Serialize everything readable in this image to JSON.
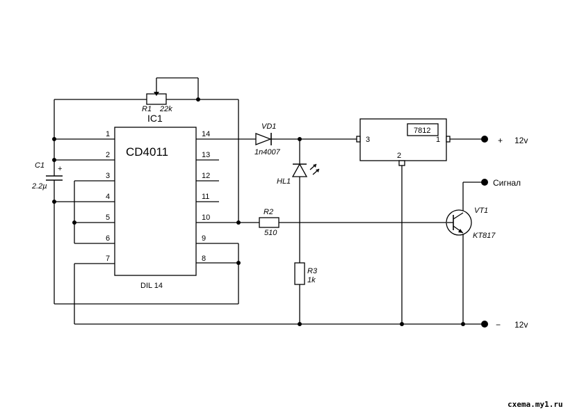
{
  "ic": {
    "name": "IC1",
    "chip": "CD4011",
    "package": "DIL 14",
    "pins_left": [
      "1",
      "2",
      "3",
      "4",
      "5",
      "6",
      "7"
    ],
    "pins_right": [
      "14",
      "13",
      "12",
      "11",
      "10",
      "9",
      "8"
    ]
  },
  "r1": {
    "name": "R1",
    "value": "22k"
  },
  "c1": {
    "name": "C1",
    "value": "2.2µ",
    "polarity": "+"
  },
  "vd1": {
    "name": "VD1",
    "value": "1n4007"
  },
  "hl1": {
    "name": "HL1"
  },
  "r2": {
    "name": "R2",
    "value": "510"
  },
  "r3": {
    "name": "R3",
    "value": "1k"
  },
  "regulator": {
    "name": "7812",
    "pin_in": "3",
    "pin_gnd": "2",
    "pin_out": "1"
  },
  "vt1": {
    "name": "VT1",
    "value": "KT817"
  },
  "terminals": {
    "plus_sign": "+",
    "plus_voltage": "12v",
    "minus_sign": "−",
    "minus_voltage": "12v",
    "signal": "Сигнал"
  },
  "watermark": "схema.my1.ru"
}
